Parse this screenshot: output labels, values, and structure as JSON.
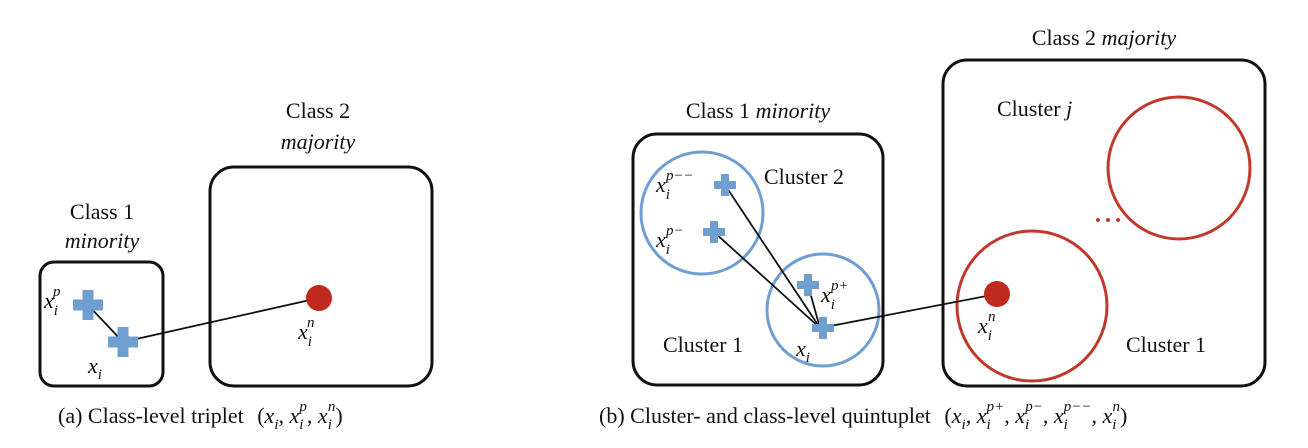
{
  "panel_a": {
    "class1_title": "Class 1",
    "class1_sub": "minority",
    "class2_title": "Class 2",
    "class2_sub": "majority",
    "anchor_label": "x",
    "anchor_sub": "i",
    "positive_label": "x",
    "positive_sub": "i",
    "positive_sup": "p",
    "negative_label": "x",
    "negative_sub": "i",
    "negative_sup": "n",
    "caption_prefix": "(a) Class-level triplet",
    "caption_math": "(x",
    "caption_math_full": "(x_i, x_i^p, x_i^n)"
  },
  "panel_b": {
    "class1_title": "Class 1",
    "class1_sub": "minority",
    "class2_title": "Class 2",
    "class2_sub": "majority",
    "cluster2": "Cluster 2",
    "cluster1_left": "Cluster 1",
    "cluster_j": "Cluster",
    "cluster_j_var": "j",
    "cluster1_right": "Cluster 1",
    "ellipsis": "...",
    "p_minus_minus_sup": "p−−",
    "p_minus_sup": "p−",
    "p_plus_sup": "p+",
    "n_sup": "n",
    "x": "x",
    "i": "i",
    "caption_prefix": "(b) Cluster- and class-level quintuplet",
    "caption_math_full": "(x_i, x_i^{p+}, x_i^{p−}, x_i^{p−−}, x_i^n)"
  },
  "colors": {
    "positive": "#6f9fd0",
    "negative": "#c0291e",
    "box": "#111111"
  },
  "icons": {
    "positive_marker": "plus-icon",
    "negative_marker": "filled-circle-icon"
  }
}
